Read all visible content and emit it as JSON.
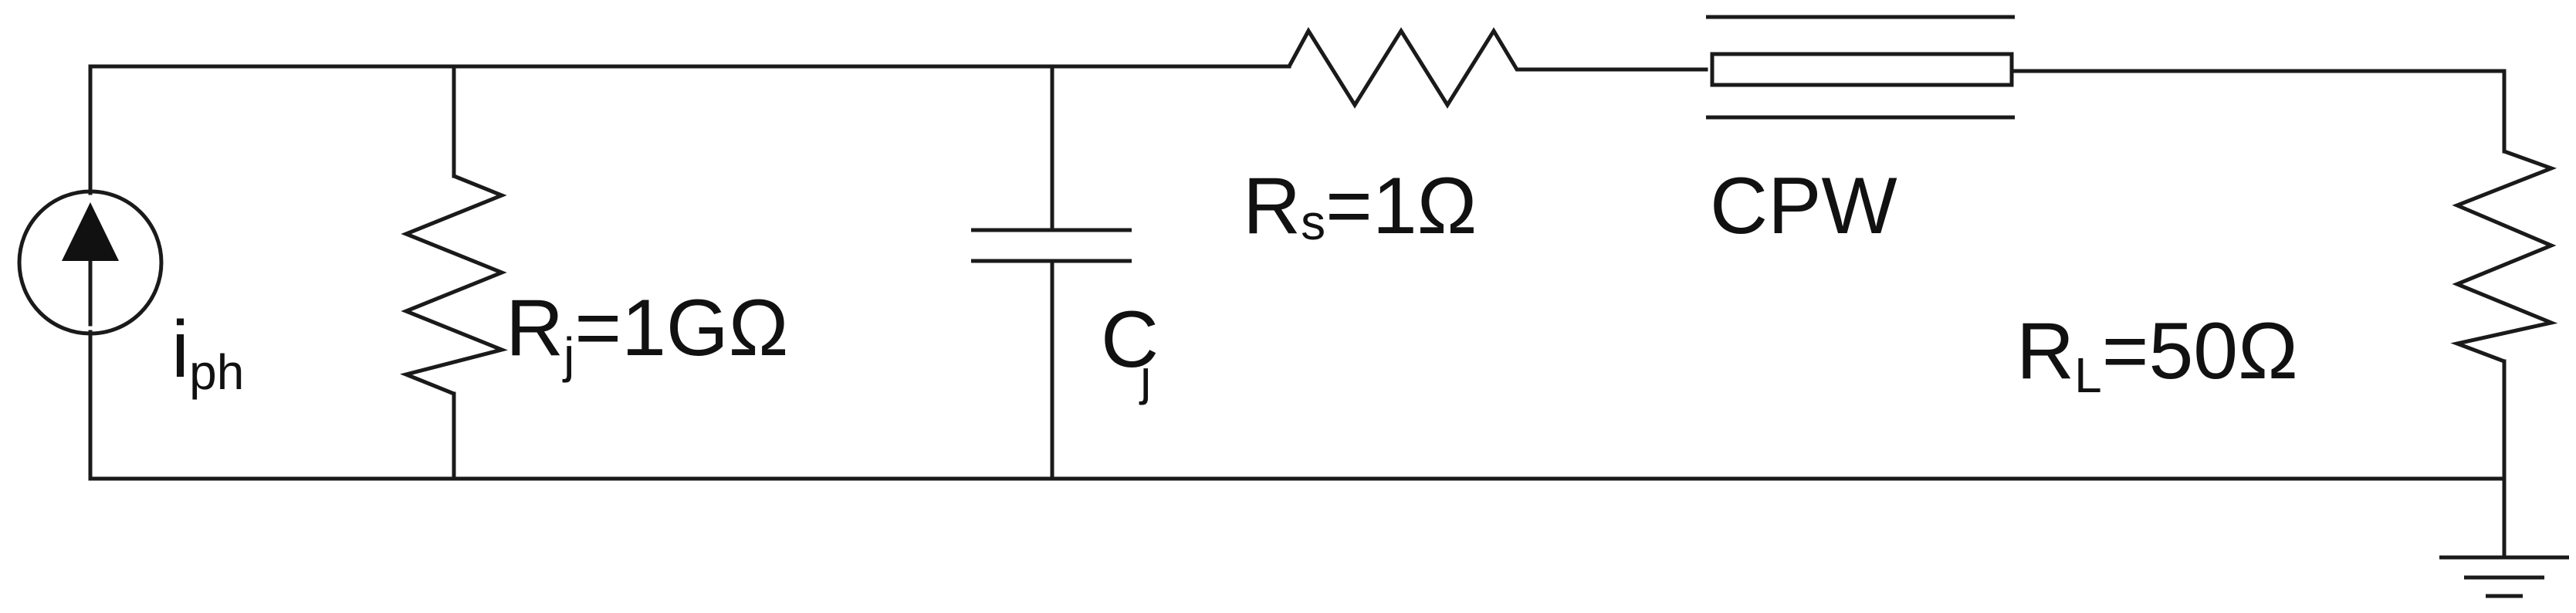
{
  "components": {
    "current_source": {
      "symbol": "i",
      "subscript": "ph"
    },
    "junction_resistor": {
      "symbol": "R",
      "subscript": "j",
      "value": "=1GΩ"
    },
    "junction_capacitor": {
      "symbol": "C",
      "subscript": "j"
    },
    "series_resistor": {
      "symbol": "R",
      "subscript": "s",
      "value": "=1Ω"
    },
    "transmission_line": {
      "label": "CPW"
    },
    "load_resistor": {
      "symbol": "R",
      "subscript": "L",
      "value": "=50Ω"
    }
  }
}
